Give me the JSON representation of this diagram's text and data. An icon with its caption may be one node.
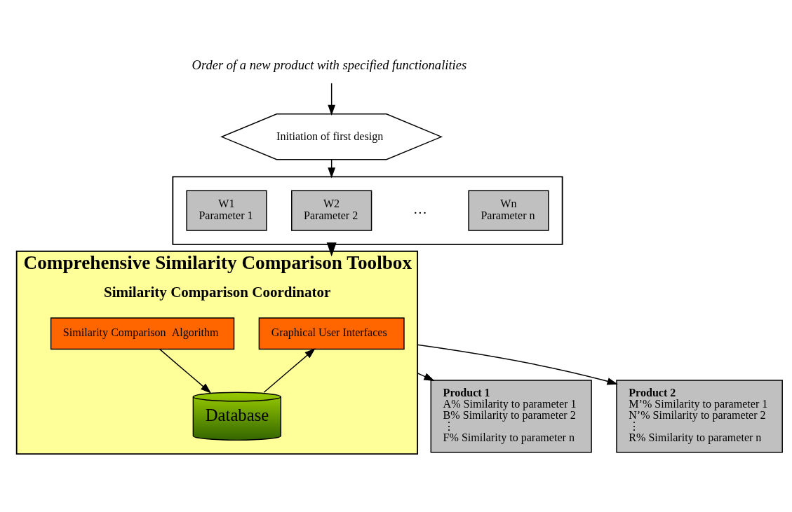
{
  "diagram": {
    "nodes": [
      {
        "text": [
          "Order of a new product with specified functionalities"
        ]
      },
      {
        "text": [
          "Initiation of first design"
        ]
      },
      {
        "text": [],
        "shape": "box"
      },
      {
        "text": [
          "W1",
          "Parameter 1"
        ],
        "in": 2
      },
      {
        "text": [
          "W2",
          "Parameter 2"
        ],
        "in": 2
      },
      {
        "text": [
          "Wn",
          "Parameter n"
        ],
        "in": 2
      },
      {
        "text": [
          "Comprehensive Similarity Comparison Toolbox",
          "Similarity Comparison Coordinator"
        ]
      },
      {
        "text": [
          "Similarity Comparison  Algorithm"
        ],
        "in": 6
      },
      {
        "text": [
          "Graphical User Interfaces"
        ],
        "in": 6
      },
      {
        "text": [
          "Database"
        ],
        "in": 6
      },
      {
        "text": [
          "Product 1",
          "A% Similarity to parameter 1",
          "B% Similarity to parameter 2",
          "⋮",
          "F% Similarity to parameter n"
        ]
      },
      {
        "text": [
          "Product 2",
          "M’% Similarity to parameter 1",
          "N’% Similarity to parameter 2",
          "⋮",
          "R% Similarity to parameter n"
        ]
      }
    ],
    "edges": [
      {
        "from": 0,
        "to": 1,
        "arrow": "to"
      },
      {
        "from": 1,
        "to": 2,
        "arrow": "to"
      },
      {
        "from": 2,
        "to": 6,
        "arrow": "to",
        "style": "thick"
      },
      {
        "from": 6,
        "to": 10,
        "arrow": "to"
      },
      {
        "from": 6,
        "to": 11,
        "arrow": "to"
      },
      {
        "from": 7,
        "to": 9,
        "arrow": "to"
      },
      {
        "from": 9,
        "to": 8,
        "arrow": "to"
      }
    ],
    "labels": [
      "…"
    ]
  }
}
